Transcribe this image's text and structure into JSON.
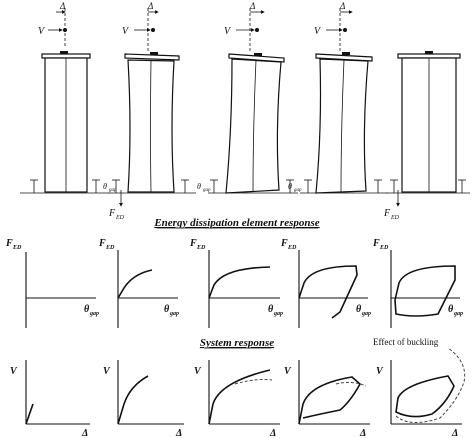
{
  "figure": {
    "top_labels": {
      "drift": "Δ",
      "force": "V",
      "ed_force": "F",
      "ed_sub": "ED",
      "gap_theta": "θ",
      "gap_sub": "gap"
    },
    "section1_title": "Energy dissipation element response",
    "section2_title": "System response",
    "ed_axes": {
      "y": "F",
      "y_sub": "ED",
      "x": "θ",
      "x_sub": "gap"
    },
    "sys_axes": {
      "y": "V",
      "x": "Δ"
    },
    "buckling_note": "Effect of buckling"
  }
}
